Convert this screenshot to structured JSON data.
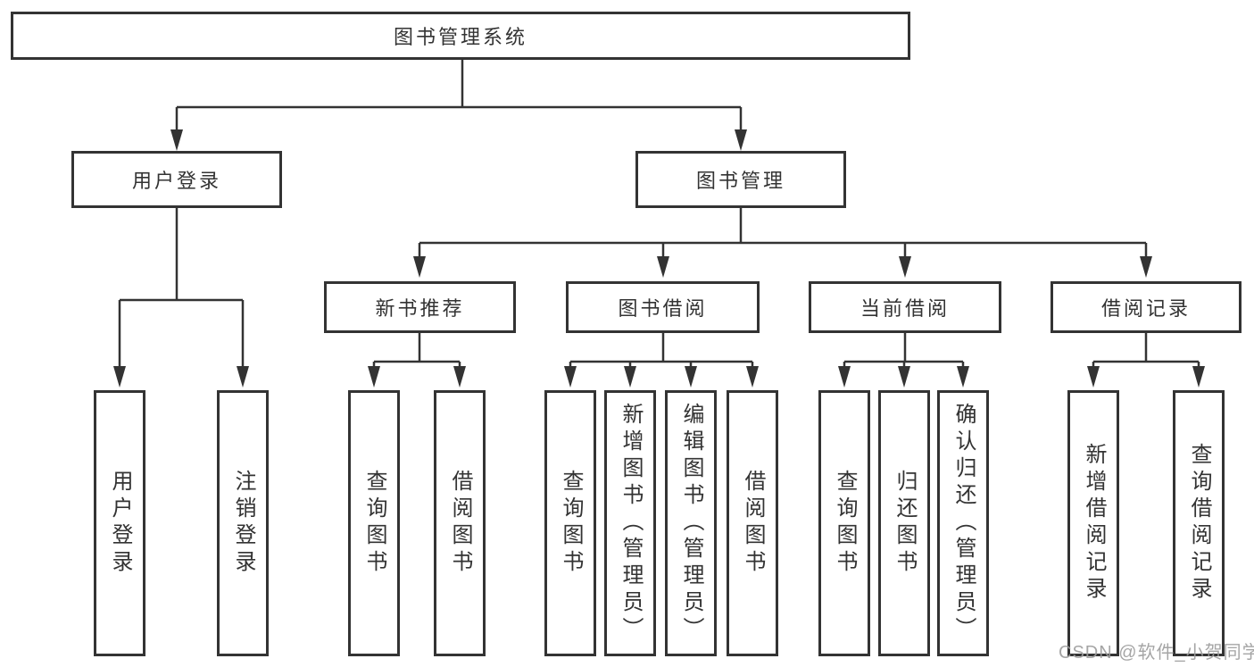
{
  "diagram": {
    "type": "hierarchy-tree",
    "orientation": "top-down"
  },
  "colors": {
    "line": "#333333",
    "box_border": "#333333",
    "text": "#333333",
    "background": "#ffffff",
    "watermark": "#9b9b9b"
  },
  "tree": {
    "root": {
      "label": "图书管理系统"
    },
    "branches": [
      {
        "label": "用户登录",
        "children": [
          {
            "label": "用户登录"
          },
          {
            "label": "注销登录"
          }
        ]
      },
      {
        "label": "图书管理",
        "children": [
          {
            "label": "新书推荐",
            "children": [
              {
                "label": "查询图书"
              },
              {
                "label": "借阅图书"
              }
            ]
          },
          {
            "label": "图书借阅",
            "children": [
              {
                "label": "查询图书"
              },
              {
                "label": "新增图书（管理员）"
              },
              {
                "label": "编辑图书（管理员）"
              },
              {
                "label": "借阅图书"
              }
            ]
          },
          {
            "label": "当前借阅",
            "children": [
              {
                "label": "查询图书"
              },
              {
                "label": "归还图书"
              },
              {
                "label": "确认归还（管理员）"
              }
            ]
          },
          {
            "label": "借阅记录",
            "children": [
              {
                "label": "新增借阅记录"
              },
              {
                "label": "查询借阅记录"
              }
            ]
          }
        ]
      }
    ]
  },
  "watermark": {
    "text": "CSDN @软件_小贺同学"
  }
}
